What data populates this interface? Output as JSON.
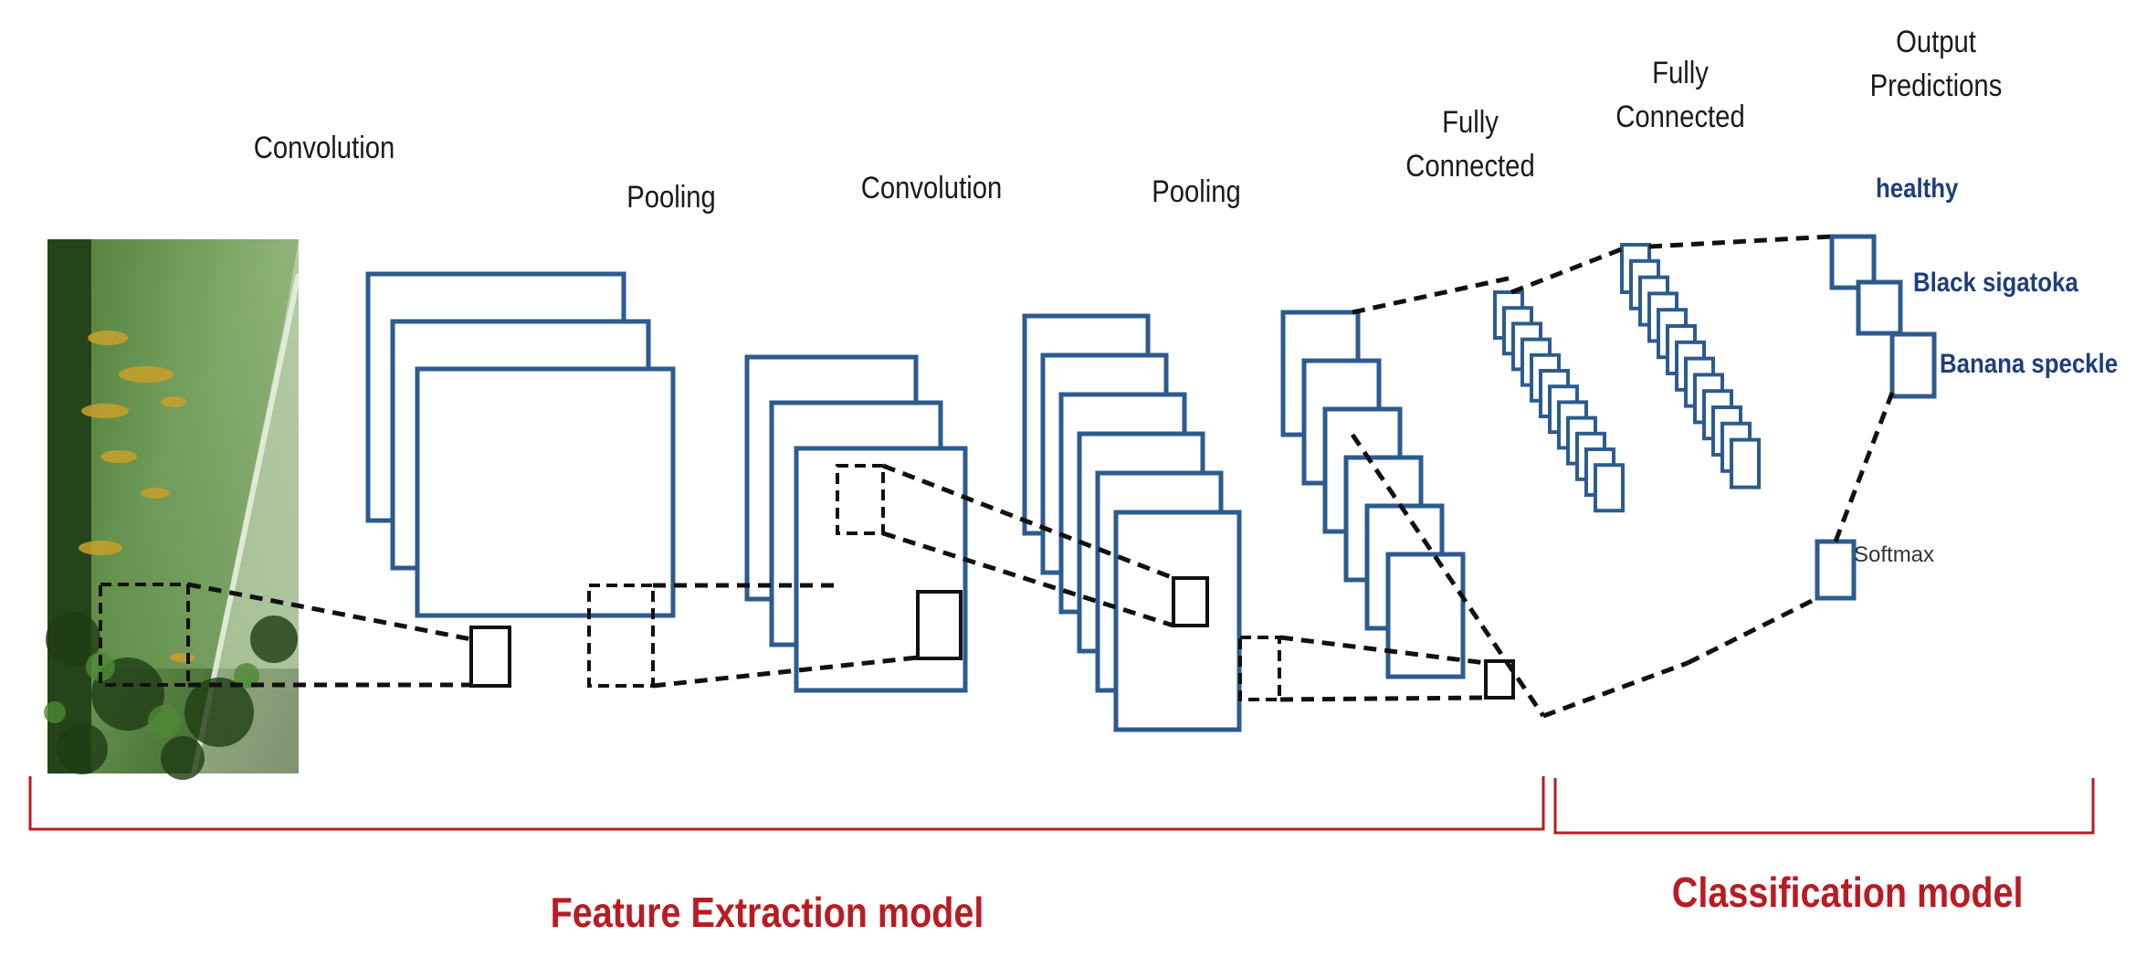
{
  "labels": {
    "conv1": "Convolution",
    "pool1": "Pooling",
    "conv2": "Convolution",
    "pool2": "Pooling",
    "fc1": "Fully\nConnected",
    "fc2": "Fully\nConnected",
    "output": "Output\nPredictions",
    "softmax": "Softmax"
  },
  "classes": [
    "healthy",
    "Black sigatoka",
    "Banana speckle"
  ],
  "sections": {
    "feature_extraction": "Feature Extraction model",
    "classification": "Classification model"
  },
  "colors": {
    "layer_stroke": "#2c5b8f",
    "class_text": "#1f3e7a",
    "section_red": "#b81c22",
    "dashed": "#111111"
  }
}
